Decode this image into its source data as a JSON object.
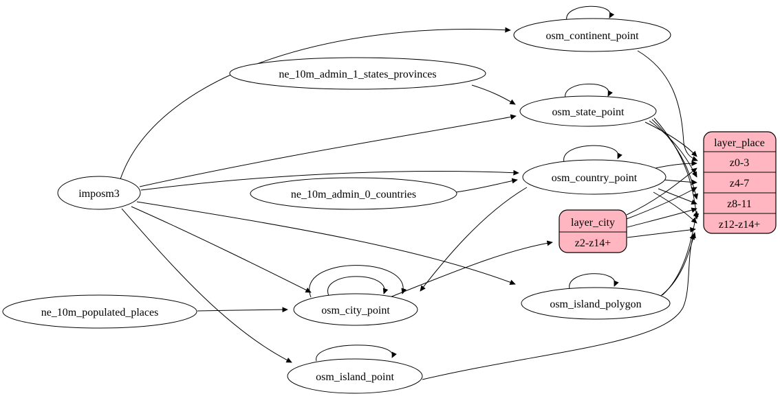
{
  "diagram": {
    "type": "graphviz-etl-graph",
    "background_color": "#ffffff",
    "edge_color": "#000000",
    "node_fill_color": "#ffffff",
    "record_fill_color": "#ffb6c1",
    "nodes": {
      "imposm3": {
        "label": "imposm3"
      },
      "ne_10m_admin_1_states_provinces": {
        "label": "ne_10m_admin_1_states_provinces"
      },
      "ne_10m_admin_0_countries": {
        "label": "ne_10m_admin_0_countries"
      },
      "ne_10m_populated_places": {
        "label": "ne_10m_populated_places"
      },
      "osm_continent_point": {
        "label": "osm_continent_point"
      },
      "osm_state_point": {
        "label": "osm_state_point"
      },
      "osm_country_point": {
        "label": "osm_country_point"
      },
      "osm_city_point": {
        "label": "osm_city_point"
      },
      "osm_island_polygon": {
        "label": "osm_island_polygon"
      },
      "osm_island_point": {
        "label": "osm_island_point"
      }
    },
    "records": {
      "layer_place": {
        "title": "layer_place",
        "rows": [
          "z0-3",
          "z4-7",
          "z8-11",
          "z12-z14+"
        ]
      },
      "layer_city": {
        "title": "layer_city",
        "rows": [
          "z2-z14+"
        ]
      }
    },
    "edges": [
      "imposm3 -> osm_continent_point",
      "imposm3 -> osm_state_point",
      "imposm3 -> osm_country_point",
      "imposm3 -> osm_city_point",
      "imposm3 -> osm_island_polygon",
      "imposm3 -> osm_island_point",
      "ne_10m_admin_1_states_provinces -> osm_state_point",
      "ne_10m_admin_0_countries -> osm_country_point",
      "ne_10m_populated_places -> osm_city_point",
      "osm_country_point -> osm_city_point",
      "osm_continent_point -> osm_continent_point",
      "osm_state_point -> osm_state_point",
      "osm_country_point -> osm_country_point",
      "osm_city_point -> osm_city_point",
      "osm_city_point -> osm_city_point (2)",
      "osm_island_polygon -> osm_island_polygon",
      "osm_island_point -> osm_island_point",
      "osm_city_point -> layer_city:z2-z14+",
      "osm_continent_point -> layer_place:z0-3",
      "osm_state_point -> layer_place:z0-3",
      "osm_state_point -> layer_place:z4-7",
      "osm_state_point -> layer_place:z8-11",
      "osm_state_point -> layer_place:z12-z14+",
      "osm_country_point -> layer_place:z0-3",
      "osm_country_point -> layer_place:z4-7",
      "osm_country_point -> layer_place:z8-11",
      "osm_country_point -> layer_place:z12-z14+",
      "layer_city -> layer_place:z0-3",
      "layer_city -> layer_place:z4-7",
      "layer_city -> layer_place:z8-11",
      "layer_city -> layer_place:z12-z14+",
      "osm_island_polygon -> layer_place:z8-11",
      "osm_island_polygon -> layer_place:z12-z14+",
      "osm_island_point -> layer_place:z12-z14+"
    ]
  }
}
